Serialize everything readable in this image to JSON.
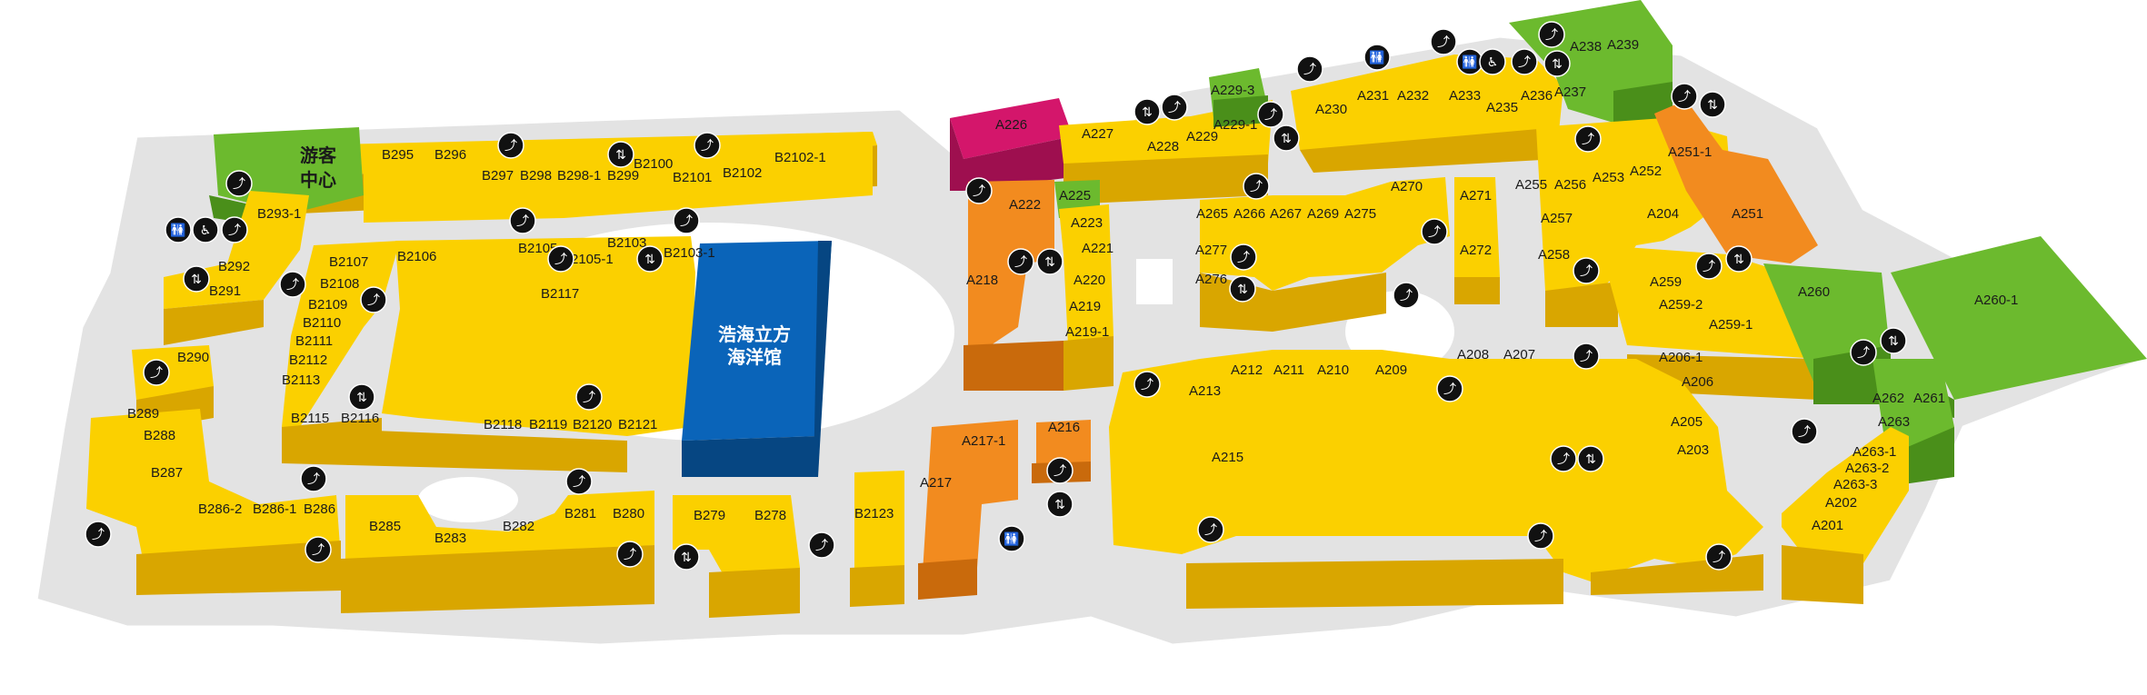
{
  "colors": {
    "retail": "#fbd000",
    "green": "#6cba2e",
    "orange": "#f28b1f",
    "magenta": "#d4166b",
    "blue": "#0a64b9",
    "floor": "#e3e3e3",
    "icon": "#111111"
  },
  "areas": {
    "visitor_center": [
      "游客",
      "中心"
    ],
    "aquarium": [
      "浩海立方",
      "海洋馆"
    ]
  },
  "units": {
    "b295": "B295",
    "b296": "B296",
    "b297": "B297",
    "b298": "B298",
    "b298_1": "B298-1",
    "b299": "B299",
    "b2100": "B2100",
    "b2101": "B2101",
    "b2102": "B2102",
    "b2102_1": "B2102-1",
    "b293_1": "B293-1",
    "b292": "B292",
    "b291": "B291",
    "b290": "B290",
    "b289": "B289",
    "b288": "B288",
    "b287": "B287",
    "b286_2": "B286-2",
    "b286_1": "B286-1",
    "b286": "B286",
    "b285": "B285",
    "b283": "B283",
    "b282": "B282",
    "b281": "B281",
    "b280": "B280",
    "b279": "B279",
    "b278": "B278",
    "b2123": "B2123",
    "b2107": "B2107",
    "b2108": "B2108",
    "b2109": "B2109",
    "b2110": "B2110",
    "b2111": "B2111",
    "b2112": "B2112",
    "b2113": "B2113",
    "b2115": "B2115",
    "b2116": "B2116",
    "b2106": "B2106",
    "b2105": "B2105",
    "b2105_1": "2105-1",
    "b2103": "B2103",
    "b2103_1": "B2103-1",
    "b2117": "B2117",
    "b2118": "B2118",
    "b2119": "B2119",
    "b2120": "B2120",
    "b2121": "B2121",
    "a226": "A226",
    "a227": "A227",
    "a228": "A228",
    "a229": "A229",
    "a229_1": "A229-1",
    "a229_3": "A229-3",
    "a230": "A230",
    "a231": "A231",
    "a232": "A232",
    "a233": "A233",
    "a235": "A235",
    "a236": "A236",
    "a237": "A237",
    "a238": "A238",
    "a239": "A239",
    "a222": "A222",
    "a225": "A225",
    "a223": "A223",
    "a221": "A221",
    "a218": "A218",
    "a220": "A220",
    "a219": "A219",
    "a219_1": "A219-1",
    "a265": "A265",
    "a266": "A266",
    "a267": "A267",
    "a269": "A269",
    "a275": "A275",
    "a270": "A270",
    "a271": "A271",
    "a272": "A272",
    "a277": "A277",
    "a276": "A276",
    "a255": "A255",
    "a256": "A256",
    "a253": "A253",
    "a252": "A252",
    "a251_1": "A251-1",
    "a257": "A257",
    "a204": "A204",
    "a251": "A251",
    "a258": "A258",
    "a259": "A259",
    "a259_2": "A259-2",
    "a259_1": "A259-1",
    "a260": "A260",
    "a260_1": "A260-1",
    "a212": "A212",
    "a211": "A211",
    "a210": "A210",
    "a209": "A209",
    "a208": "A208",
    "a207": "A207",
    "a206_1": "A206-1",
    "a206": "A206",
    "a213": "A213",
    "a215": "A215",
    "a205": "A205",
    "a203": "A203",
    "a262": "A262",
    "a261": "A261",
    "a263": "A263",
    "a263_1": "A263-1",
    "a263_2": "A263-2",
    "a263_3": "A263-3",
    "a202": "A202",
    "a201": "A201",
    "a217_1": "A217-1",
    "a216": "A216",
    "a217": "A217"
  },
  "icons": [
    {
      "id": "escalator",
      "glyph": "⤴"
    },
    {
      "id": "restroom",
      "glyph": "🚻"
    },
    {
      "id": "accessible",
      "glyph": "♿"
    },
    {
      "id": "elevator",
      "glyph": "⇅"
    }
  ]
}
